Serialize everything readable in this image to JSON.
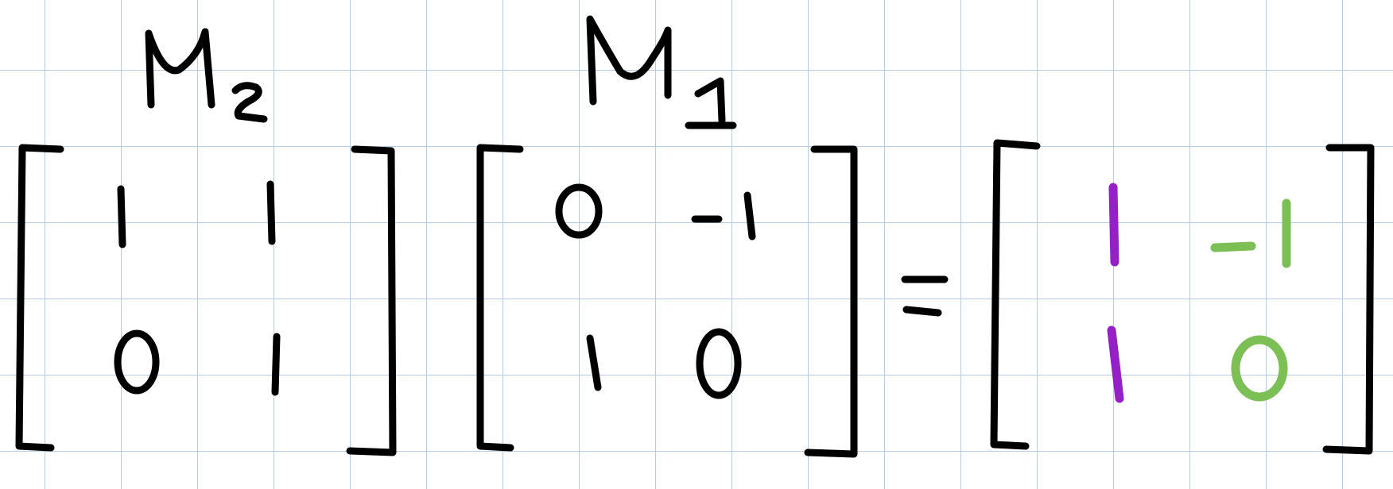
{
  "equation": {
    "left_matrix": {
      "label": "M",
      "label_subscript": "2",
      "entries": [
        [
          "1",
          "1"
        ],
        [
          "0",
          "1"
        ]
      ]
    },
    "right_matrix": {
      "label": "M",
      "label_subscript": "1",
      "entries": [
        [
          "0",
          "-1"
        ],
        [
          "1",
          "0"
        ]
      ]
    },
    "equals": "=",
    "result_matrix": {
      "entries": [
        [
          "1",
          "-1"
        ],
        [
          "1",
          "0"
        ]
      ],
      "column_colors": [
        "#9520c8",
        "#7bbf55"
      ]
    }
  }
}
